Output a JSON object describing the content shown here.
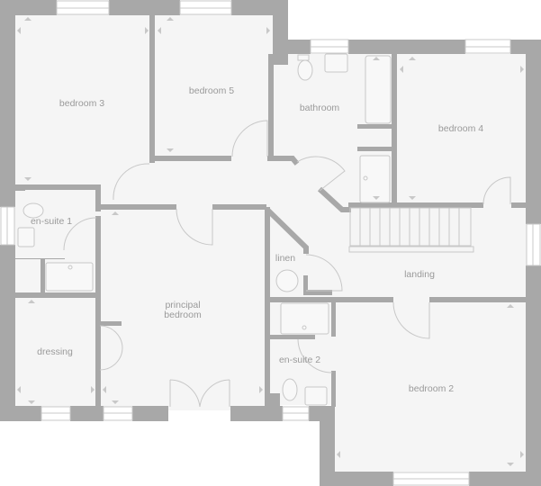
{
  "plan": {
    "type": "floor plan",
    "colors": {
      "wall": "#a8a8a8",
      "floor": "#f5f5f5",
      "line": "#c8c8c8",
      "label": "#9a9a9a",
      "background": "#ffffff"
    },
    "rooms": [
      {
        "id": "bedroom-3",
        "label": "bedroom 3"
      },
      {
        "id": "bedroom-5",
        "label": "bedroom 5"
      },
      {
        "id": "bathroom",
        "label": "bathroom"
      },
      {
        "id": "bedroom-4",
        "label": "bedroom 4"
      },
      {
        "id": "en-suite-1",
        "label": "en-suite 1"
      },
      {
        "id": "principal-bedroom",
        "label": "principal\nbedroom",
        "line1": "principal",
        "line2": "bedroom"
      },
      {
        "id": "linen",
        "label": "linen"
      },
      {
        "id": "landing",
        "label": "landing"
      },
      {
        "id": "dressing",
        "label": "dressing"
      },
      {
        "id": "en-suite-2",
        "label": "en-suite 2"
      },
      {
        "id": "bedroom-2",
        "label": "bedroom 2"
      }
    ]
  }
}
